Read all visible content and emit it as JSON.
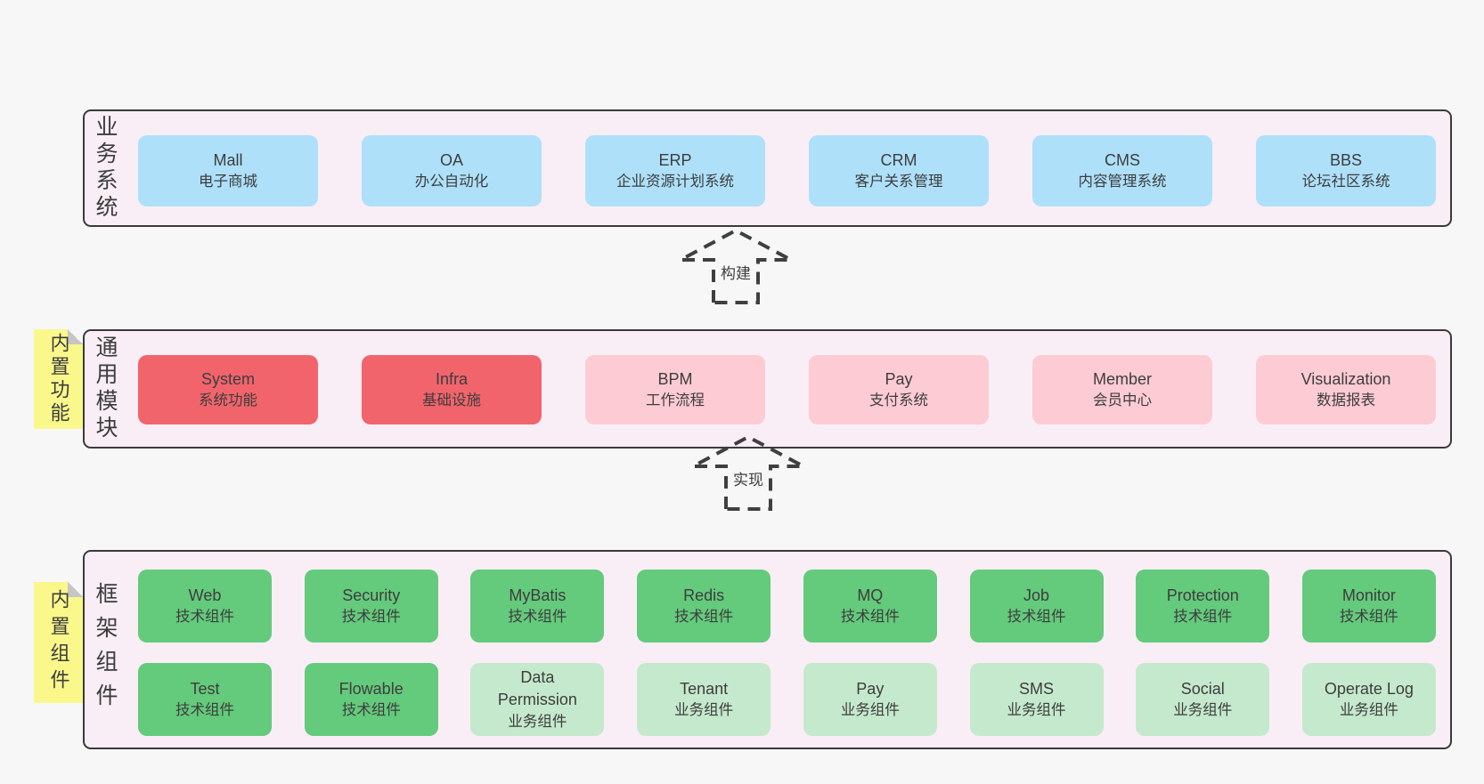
{
  "colors": {
    "page_bg": "#f7f7f7",
    "band_bg": "#f9eef6",
    "band_border": "#3a3a3a",
    "blue": "#aee0fa",
    "red": "#f2646c",
    "pink": "#fdcbd4",
    "green": "#64ca7c",
    "green_light": "#c5e9cd",
    "sticky_yellow": "#faf88b",
    "sticky_fold": "#c6c6c6",
    "text": "#3d3d3d"
  },
  "arrows": [
    {
      "label": "构建"
    },
    {
      "label": "实现"
    }
  ],
  "bands": [
    {
      "label": "业务系统",
      "boxes": [
        {
          "name": "Mall",
          "desc": "电子商城"
        },
        {
          "name": "OA",
          "desc": "办公自动化"
        },
        {
          "name": "ERP",
          "desc": "企业资源计划系统"
        },
        {
          "name": "CRM",
          "desc": "客户关系管理"
        },
        {
          "name": "CMS",
          "desc": "内容管理系统"
        },
        {
          "name": "BBS",
          "desc": "论坛社区系统"
        }
      ]
    },
    {
      "label": "通用模块",
      "sticky": "内置功能",
      "boxes": [
        {
          "name": "System",
          "desc": "系统功能"
        },
        {
          "name": "Infra",
          "desc": "基础设施"
        },
        {
          "name": "BPM",
          "desc": "工作流程"
        },
        {
          "name": "Pay",
          "desc": "支付系统"
        },
        {
          "name": "Member",
          "desc": "会员中心"
        },
        {
          "name": "Visualization",
          "desc": "数据报表"
        }
      ]
    },
    {
      "label": "框架组件",
      "sticky": "内置组件",
      "rows": [
        [
          {
            "name": "Web",
            "desc": "技术组件"
          },
          {
            "name": "Security",
            "desc": "技术组件"
          },
          {
            "name": "MyBatis",
            "desc": "技术组件"
          },
          {
            "name": "Redis",
            "desc": "技术组件"
          },
          {
            "name": "MQ",
            "desc": "技术组件"
          },
          {
            "name": "Job",
            "desc": "技术组件"
          },
          {
            "name": "Protection",
            "desc": "技术组件"
          },
          {
            "name": "Monitor",
            "desc": "技术组件"
          }
        ],
        [
          {
            "name": "Test",
            "desc": "技术组件"
          },
          {
            "name": "Flowable",
            "desc": "技术组件"
          },
          {
            "name": "Data Permission",
            "desc": "业务组件"
          },
          {
            "name": "Tenant",
            "desc": "业务组件"
          },
          {
            "name": "Pay",
            "desc": "业务组件"
          },
          {
            "name": "SMS",
            "desc": "业务组件"
          },
          {
            "name": "Social",
            "desc": "业务组件"
          },
          {
            "name": "Operate Log",
            "desc": "业务组件"
          }
        ]
      ]
    }
  ]
}
